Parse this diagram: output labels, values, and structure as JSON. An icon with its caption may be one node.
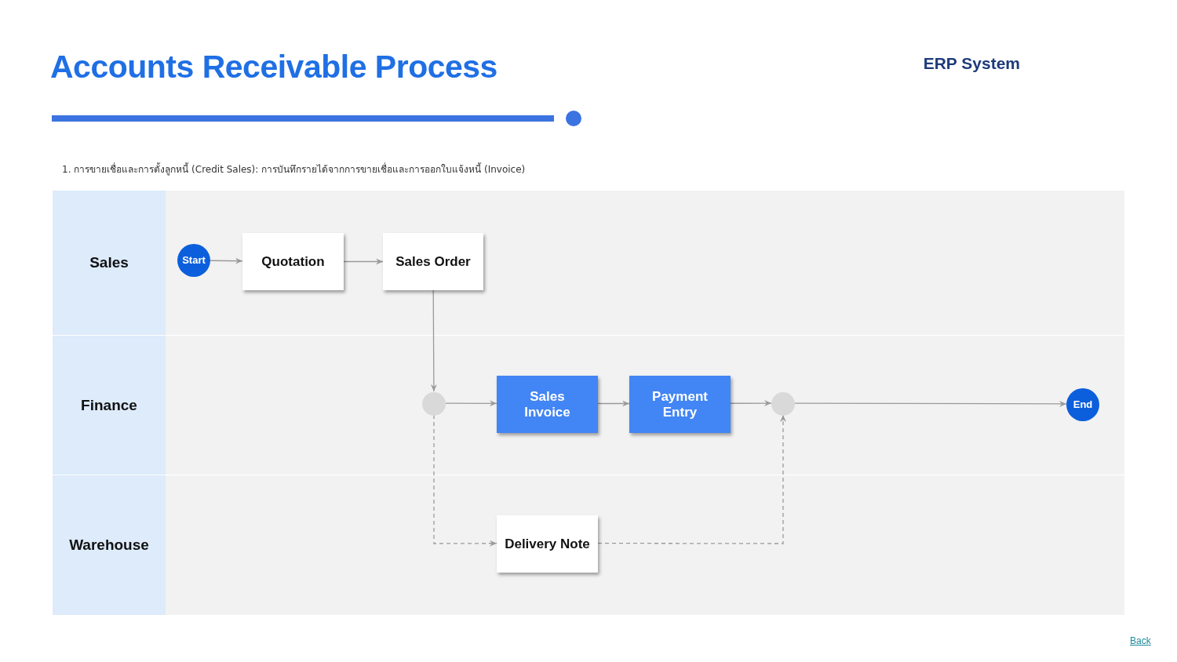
{
  "diagram": {
    "title": "Accounts Receivable Process",
    "nodes": [
      {
        "text": [
          "Sales"
        ]
      },
      {
        "text": [
          "Finance"
        ]
      },
      {
        "text": [
          "Warehouse"
        ]
      },
      {
        "text": [
          "Start"
        ],
        "in": 0
      },
      {
        "text": [
          "Quotation"
        ],
        "in": 0
      },
      {
        "text": [
          "Sales Order"
        ],
        "in": 0
      },
      {
        "text": [],
        "shape": "circle",
        "in": 1
      },
      {
        "text": [
          "Sales Invoice"
        ],
        "in": 1
      },
      {
        "text": [
          "Payment Entry"
        ],
        "in": 1
      },
      {
        "text": [],
        "shape": "circle",
        "in": 1
      },
      {
        "text": [
          "End"
        ],
        "in": 1
      },
      {
        "text": [
          "Delivery Note"
        ],
        "in": 2
      }
    ],
    "edges": [
      {
        "from": 3,
        "to": 4,
        "arrow": "to"
      },
      {
        "from": 4,
        "to": 5,
        "arrow": "to"
      },
      {
        "from": 5,
        "to": 6,
        "arrow": "to"
      },
      {
        "from": 6,
        "to": 7,
        "arrow": "to"
      },
      {
        "from": 7,
        "to": 8,
        "arrow": "to"
      },
      {
        "from": 8,
        "to": 9,
        "arrow": "to"
      },
      {
        "from": 9,
        "to": 10,
        "arrow": "to"
      },
      {
        "from": 6,
        "to": 11,
        "arrow": "to",
        "style": "dashed"
      },
      {
        "from": 11,
        "to": 9,
        "arrow": "to",
        "style": "dashed"
      }
    ],
    "labels": [
      "ERP System",
      "1. การขายเชื่อและการตั้งลูกหนี้ (Credit Sales): การบันทึกรายได้จากการขายเชื่อและการออกใบแจ้งหนี้ (Invoice)",
      "Back"
    ]
  }
}
